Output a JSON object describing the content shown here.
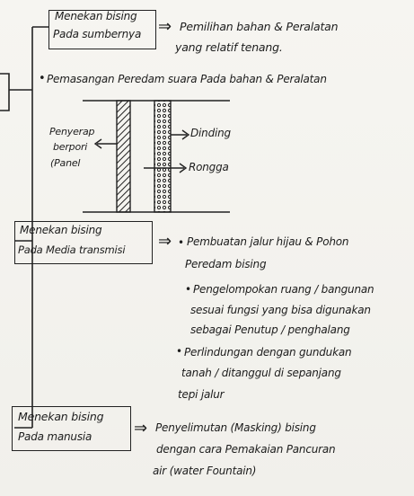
{
  "section1": {
    "box_line1": "Menekan bising",
    "box_line2": "Pada sumbernya",
    "arrow_symbol": "⇒",
    "text_line1": "Pemilihan bahan & Peralatan",
    "text_line2": "yang relatif tenang.",
    "bullet_text": "Pemasangan Peredam suara Pada bahan & Peralatan"
  },
  "diagram": {
    "label_left_line1": "Penyerap",
    "label_left_line2": "berpori",
    "label_left_line3": "(Panel",
    "label_dinding": "Dinding",
    "label_rongga": "Rongga"
  },
  "section2": {
    "box_line1": "Menekan bising",
    "box_line2": "Pada Media transmisi",
    "arrow_symbol": "⇒",
    "b1_line1": "Pembuatan jalur hijau & Pohon",
    "b1_line2": "Peredam bising",
    "b2_line1": "Pengelompokan ruang / bangunan",
    "b2_line2": "sesuai fungsi yang bisa digunakan",
    "b2_line3": "sebagai Penutup / penghalang",
    "b3_line1": "Perlindungan dengan gundukan",
    "b3_line2": "tanah / ditanggul di sepanjang",
    "b3_line3": "tepi jalur"
  },
  "section3": {
    "box_line1": "Menekan bising",
    "box_line2": "Pada manusia",
    "arrow_symbol": "⇒",
    "text_line1": "Penyelimutan (Masking) bising",
    "text_line2": "dengan cara Pemakaian Pancuran",
    "text_line3": "air (water Fountain)"
  }
}
